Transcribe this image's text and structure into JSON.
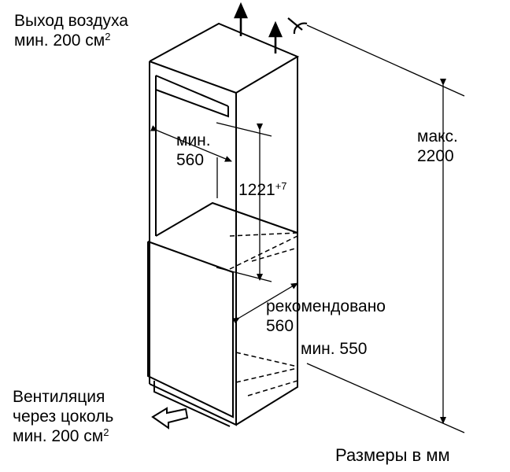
{
  "air_outlet": {
    "line1": "Выход воздуха",
    "line2_prefix": "мин. 200 см",
    "line2_sup": "2"
  },
  "min_width": {
    "line1": "мин.",
    "line2": "560"
  },
  "niche_height": {
    "value": "1221",
    "tolerance": "+7"
  },
  "max_height": {
    "line1": "макс.",
    "line2": "2200"
  },
  "recommended_depth": {
    "line1": "рекомендовано",
    "line2": "560"
  },
  "min_depth": "мин. 550",
  "ventilation": {
    "line1": "Вентиляция",
    "line2": "через цоколь",
    "line3_prefix": "мин. 200 см",
    "line3_sup": "2"
  },
  "units_note": "Размеры в мм"
}
